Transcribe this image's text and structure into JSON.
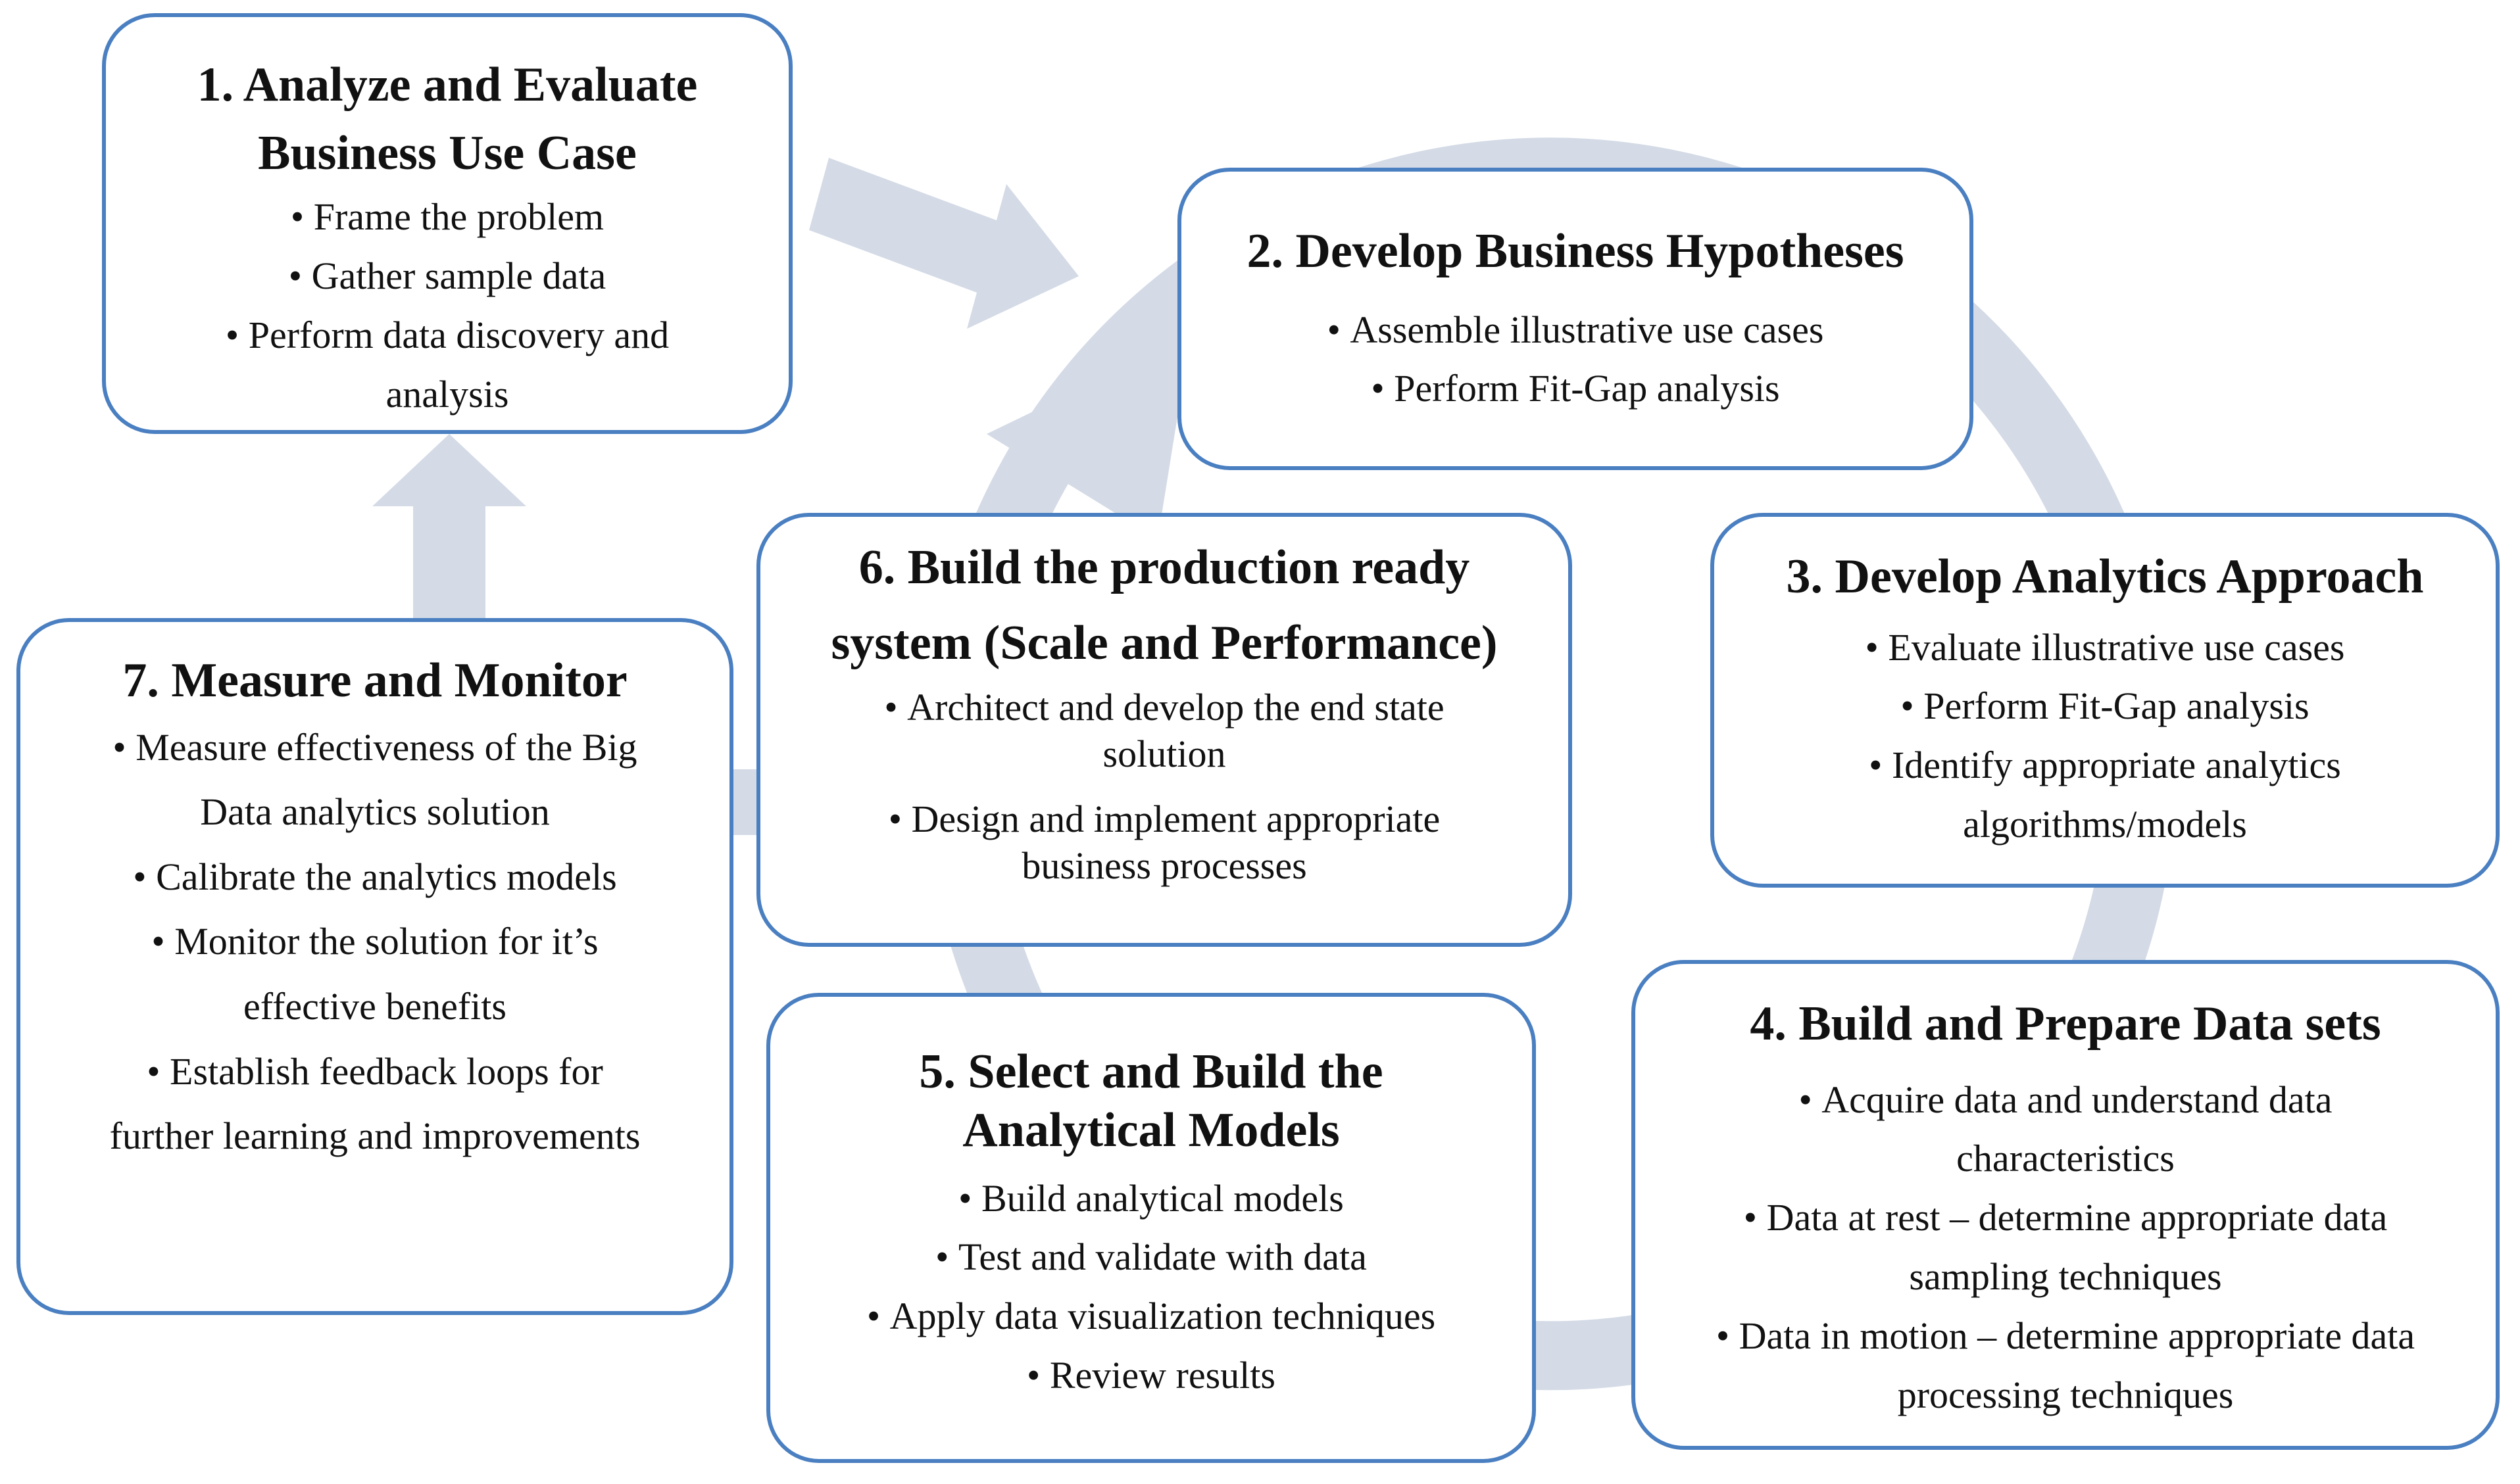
{
  "diagram": {
    "arrow_color": "#d4dbe6",
    "box_border_color": "#4a7fc1",
    "steps": [
      {
        "title_lines": [
          "1. Analyze and Evaluate",
          "Business Use Case"
        ],
        "items": [
          "Frame the problem",
          "Gather sample data",
          "Perform data discovery and analysis"
        ]
      },
      {
        "title_lines": [
          "2. Develop Business Hypotheses"
        ],
        "items": [
          "Assemble illustrative use cases",
          "Perform Fit-Gap analysis"
        ]
      },
      {
        "title_lines": [
          "3. Develop Analytics Approach"
        ],
        "items": [
          "Evaluate illustrative use cases",
          "Perform Fit-Gap analysis",
          "Identify appropriate analytics algorithms/models"
        ]
      },
      {
        "title_lines": [
          "4. Build and Prepare Data sets"
        ],
        "items": [
          "Acquire data and understand data characteristics",
          "Data at rest – determine appropriate data sampling techniques",
          "Data in motion – determine appropriate data processing techniques"
        ]
      },
      {
        "title_lines": [
          "5. Select and Build the",
          "Analytical Models"
        ],
        "items": [
          "Build analytical models",
          "Test and validate with data",
          "Apply data visualization techniques",
          "Review results"
        ]
      },
      {
        "title_lines": [
          "6. Build the production ready",
          "system (Scale and Performance)"
        ],
        "items": [
          "Architect and develop the end state solution",
          "Design and implement appropriate business processes"
        ]
      },
      {
        "title_lines": [
          "7. Measure and Monitor"
        ],
        "items": [
          "Measure effectiveness of the Big Data analytics solution",
          "Calibrate the analytics models",
          "Monitor the solution for it’s effective benefits",
          "Establish feedback loops for further learning and improvements"
        ]
      }
    ]
  }
}
